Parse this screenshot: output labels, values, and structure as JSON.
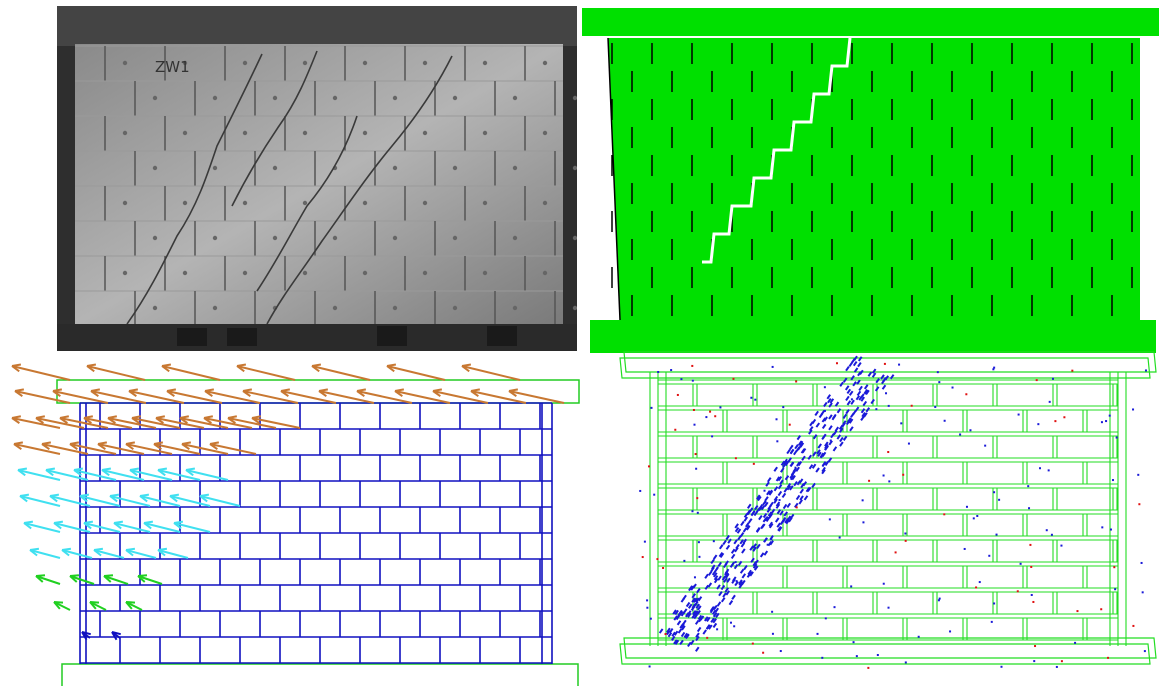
{
  "photo": {
    "specimen_label": "ZW1"
  },
  "colors": {
    "deformed_fill": "#00e000",
    "crack_gap": "#ffffff",
    "block_edges": "#1010c0",
    "arrow_top": "#c87832",
    "arrow_mid": "#40e0f0",
    "arrow_low": "#20d020",
    "wireframe": "#22dd22",
    "crack_blue": "#1a1ad8",
    "crack_red": "#e01010"
  },
  "icons": {
    "photo": "masonry-wall-photo",
    "deformed": "deformed-wall-model",
    "vectors": "displacement-vector-field",
    "cracks": "crack-distribution-wireframe"
  }
}
